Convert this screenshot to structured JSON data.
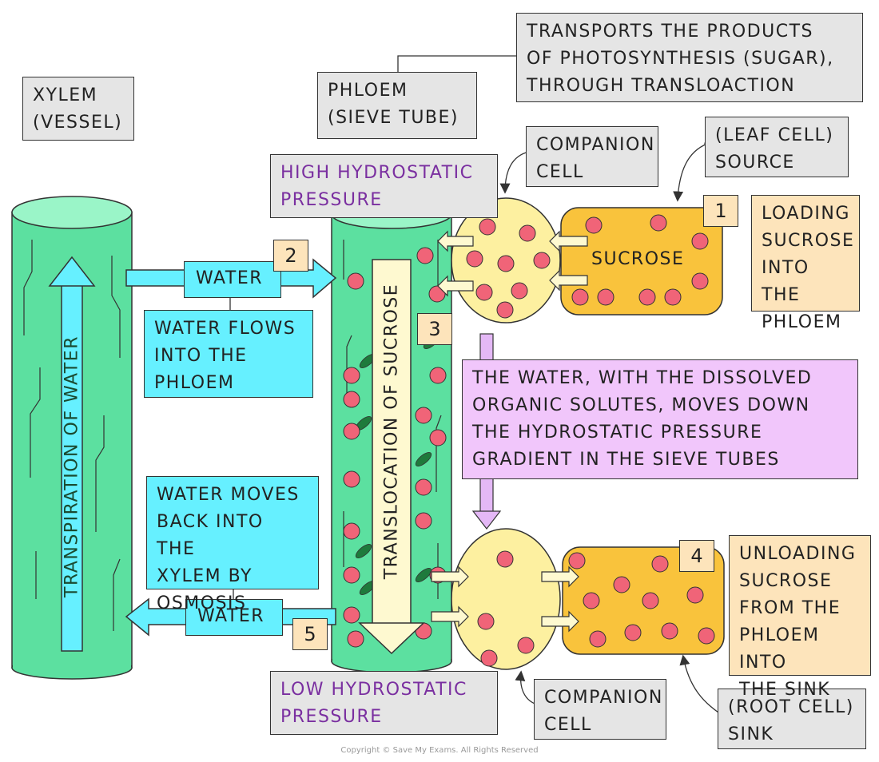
{
  "labels": {
    "xylem": "XYLEM\n(VESSEL)",
    "phloem": "PHLOEM\n(SIEVE TUBE)",
    "transports": "TRANSPORTS THE PRODUCTS\nOF PHOTOSYNTHESIS (SUGAR),\nTHROUGH TRANSLOACTION",
    "high_pressure": "HIGH HYDROSTATIC\nPRESSURE",
    "low_pressure": "LOW HYDROSTATIC\nPRESSURE",
    "companion_top": "COMPANION\nCELL",
    "companion_bottom": "COMPANION\nCELL",
    "source": "(LEAF CELL)\nSOURCE",
    "sink": "(ROOT CELL)\nSINK",
    "loading": "LOADING\nSUCROSE\nINTO THE\nPHLOEM",
    "unloading": "UNLOADING\nSUCROSE\nFROM THE\nPHLOEM INTO\nTHE SINK",
    "water_top": "WATER",
    "water_bottom": "WATER",
    "water_flows": "WATER FLOWS\nINTO THE\nPHLOEM",
    "water_moves_back": "WATER MOVES\nBACK INTO THE\nXYLEM BY\nOSMOSIS",
    "gradient_note": "THE WATER, WITH THE DISSOLVED\nORGANIC SOLUTES, MOVES DOWN\nTHE HYDROSTATIC PRESSURE\nGRADIENT IN THE SIEVE TUBES",
    "sucrose": "SUCROSE",
    "transpiration": "TRANSPIRATION OF WATER",
    "translocation": "TRANSLOCATION OF SUCROSE",
    "copyright": "Copyright © Save My Exams. All Rights Reserved"
  },
  "steps": [
    "1",
    "2",
    "3",
    "4",
    "5"
  ],
  "colors": {
    "xylem_green": "#5ce0a0",
    "phloem_green": "#5ce0a0",
    "cell_yellow": "#fdf0a0",
    "leaf_orange": "#f9c33c",
    "sucrose_red": "#f06478",
    "water_cyan": "#66f0ff",
    "label_grey": "#e5e5e5",
    "note_pink": "#f1c6fb",
    "note_orange": "#fde4bb",
    "purple_text": "#7a2fa0"
  }
}
